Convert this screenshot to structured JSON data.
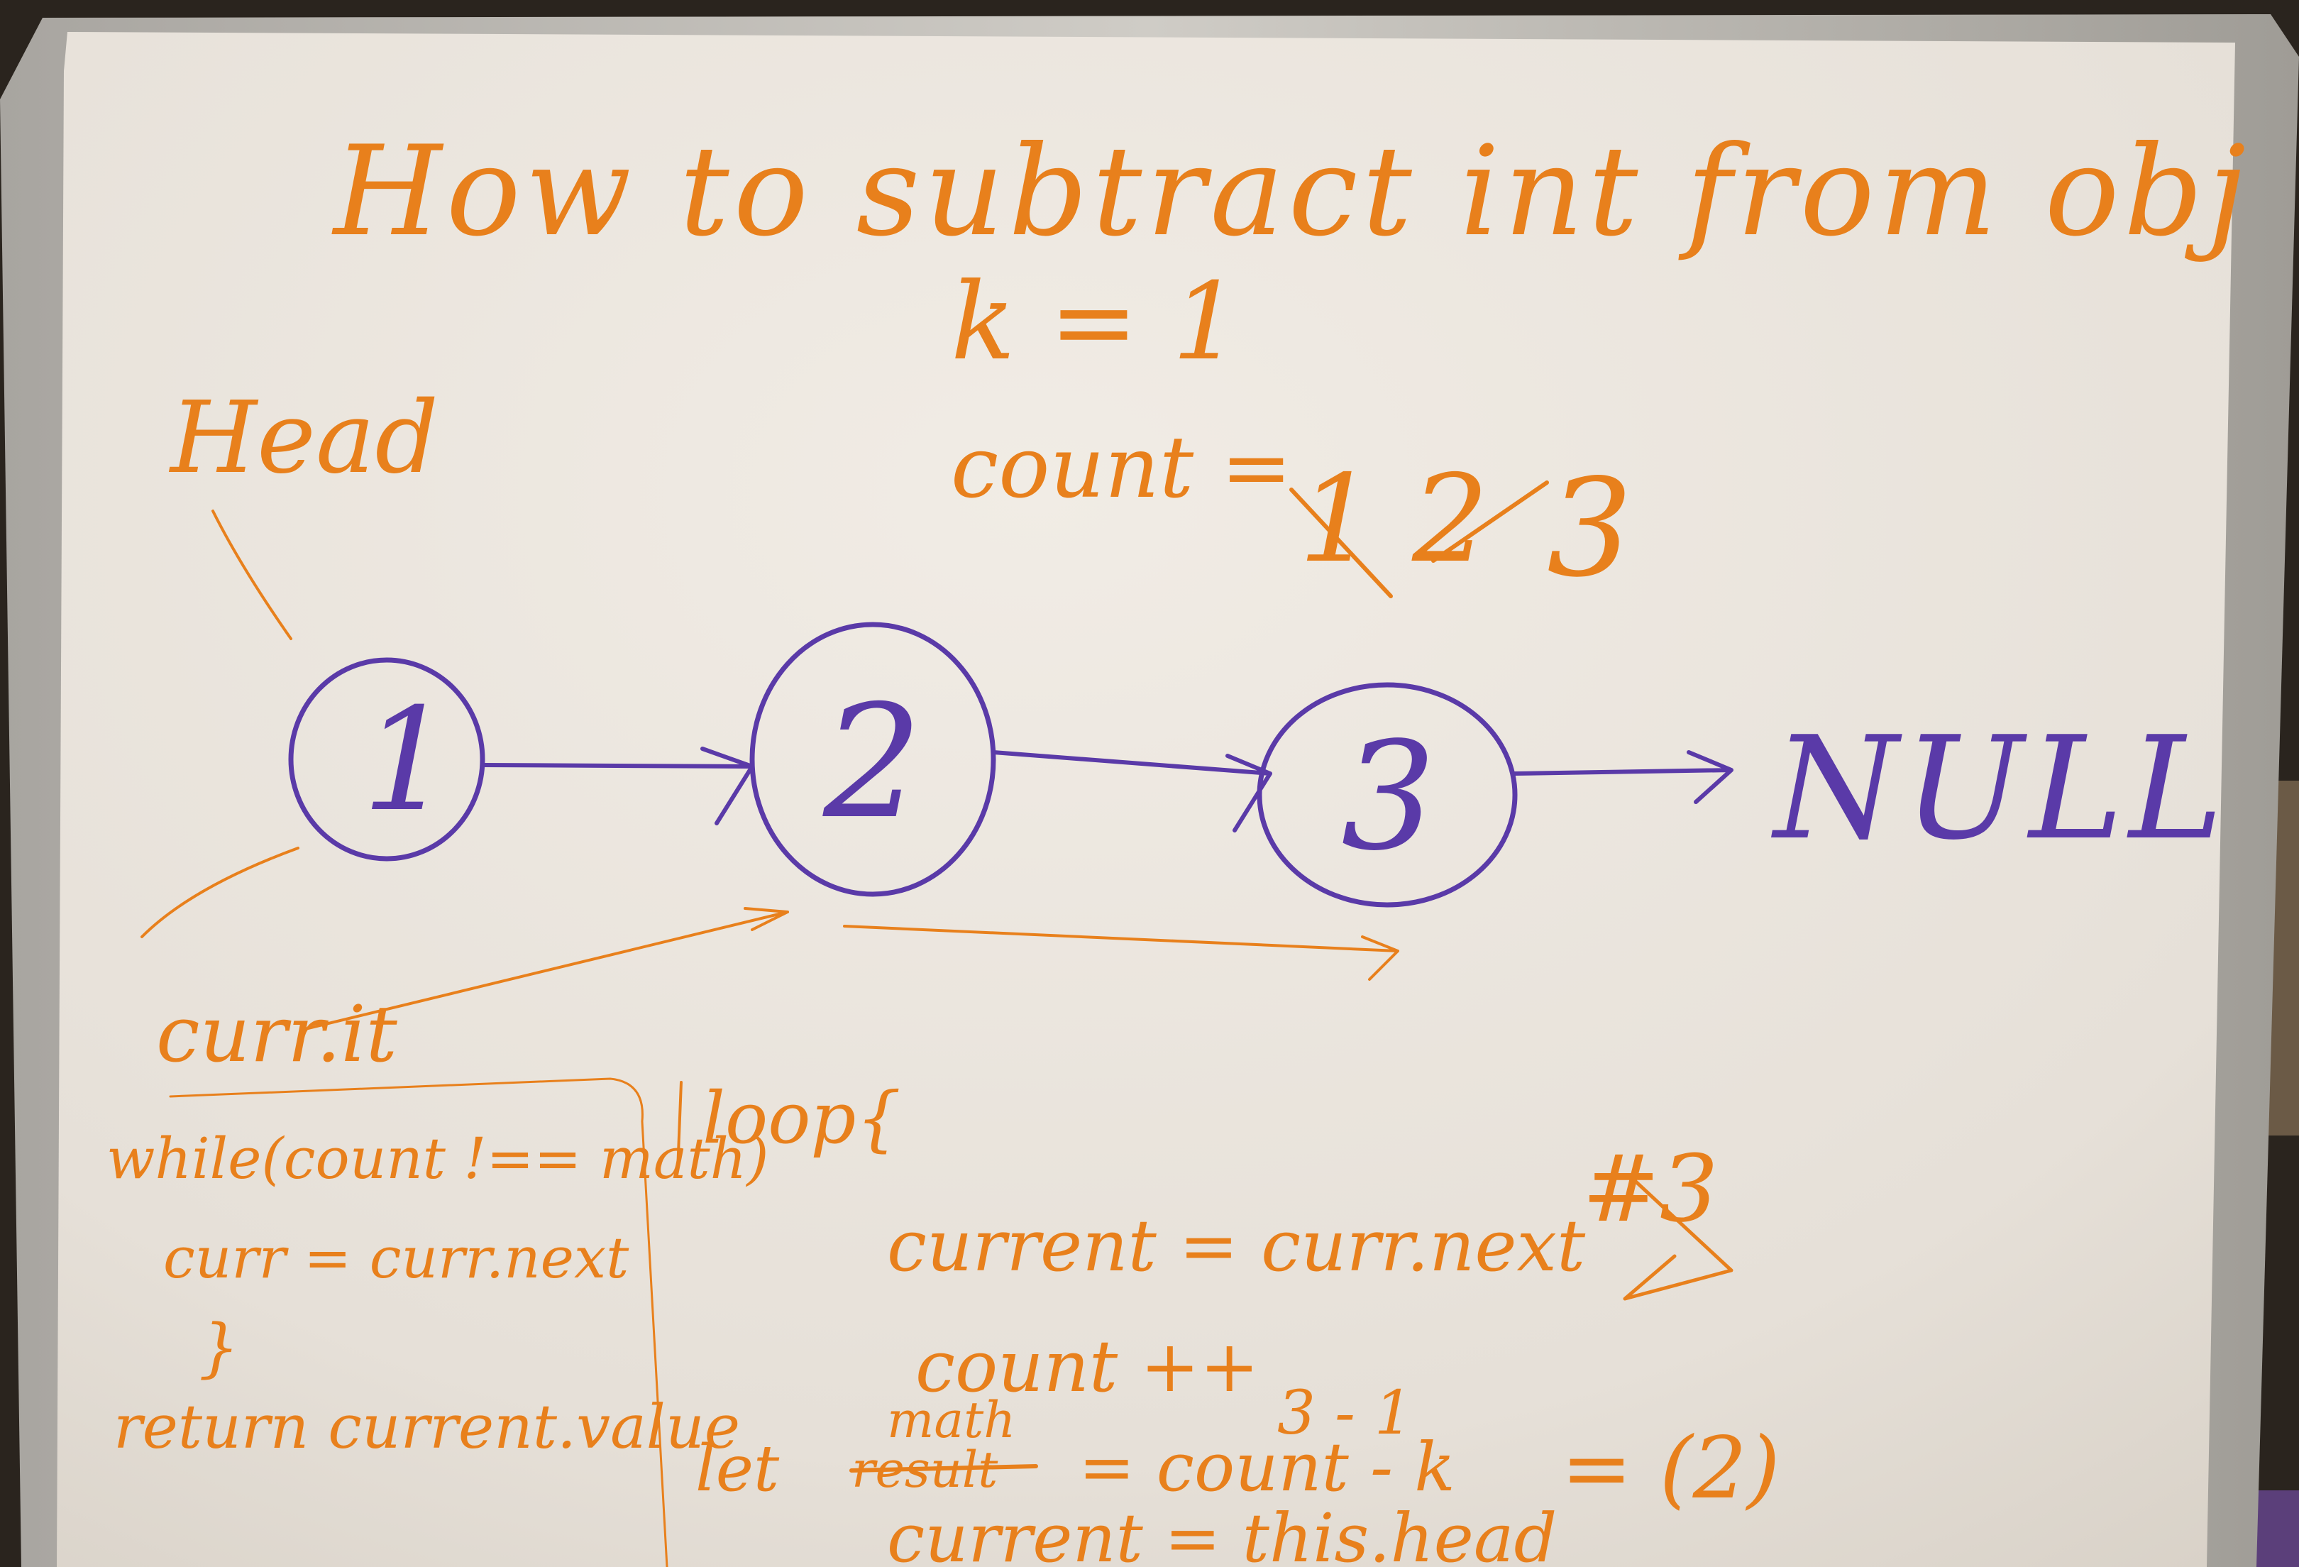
{
  "title": "How to subtract int from obj",
  "k_line": "k = 1",
  "count_line": {
    "label": "count =",
    "struck": [
      "1",
      "2"
    ],
    "current": "3"
  },
  "head_label": "Head",
  "nodes": [
    "1",
    "2",
    "3"
  ],
  "null_label": "NULL",
  "curr_label": "curr.it",
  "loop_box": {
    "line1": "while(count !== math)",
    "line2": "curr = curr.next",
    "line3": "}",
    "line4": "return current.value"
  },
  "loop_label": "loop{",
  "loop_body": {
    "line1": "current = curr.next",
    "line2": "count ++",
    "math_word": "math",
    "struck_word": "result",
    "let_word": "let",
    "expr": "= count - k",
    "result_values": "3 - 1",
    "result": "= (2)",
    "last_line": "current = this.head"
  },
  "side_note": "#3",
  "colors": {
    "board": "#ebe6df",
    "frame": "#b9b6b0",
    "orange_marker": "#e8801c",
    "purple_marker": "#5a3aa8"
  }
}
